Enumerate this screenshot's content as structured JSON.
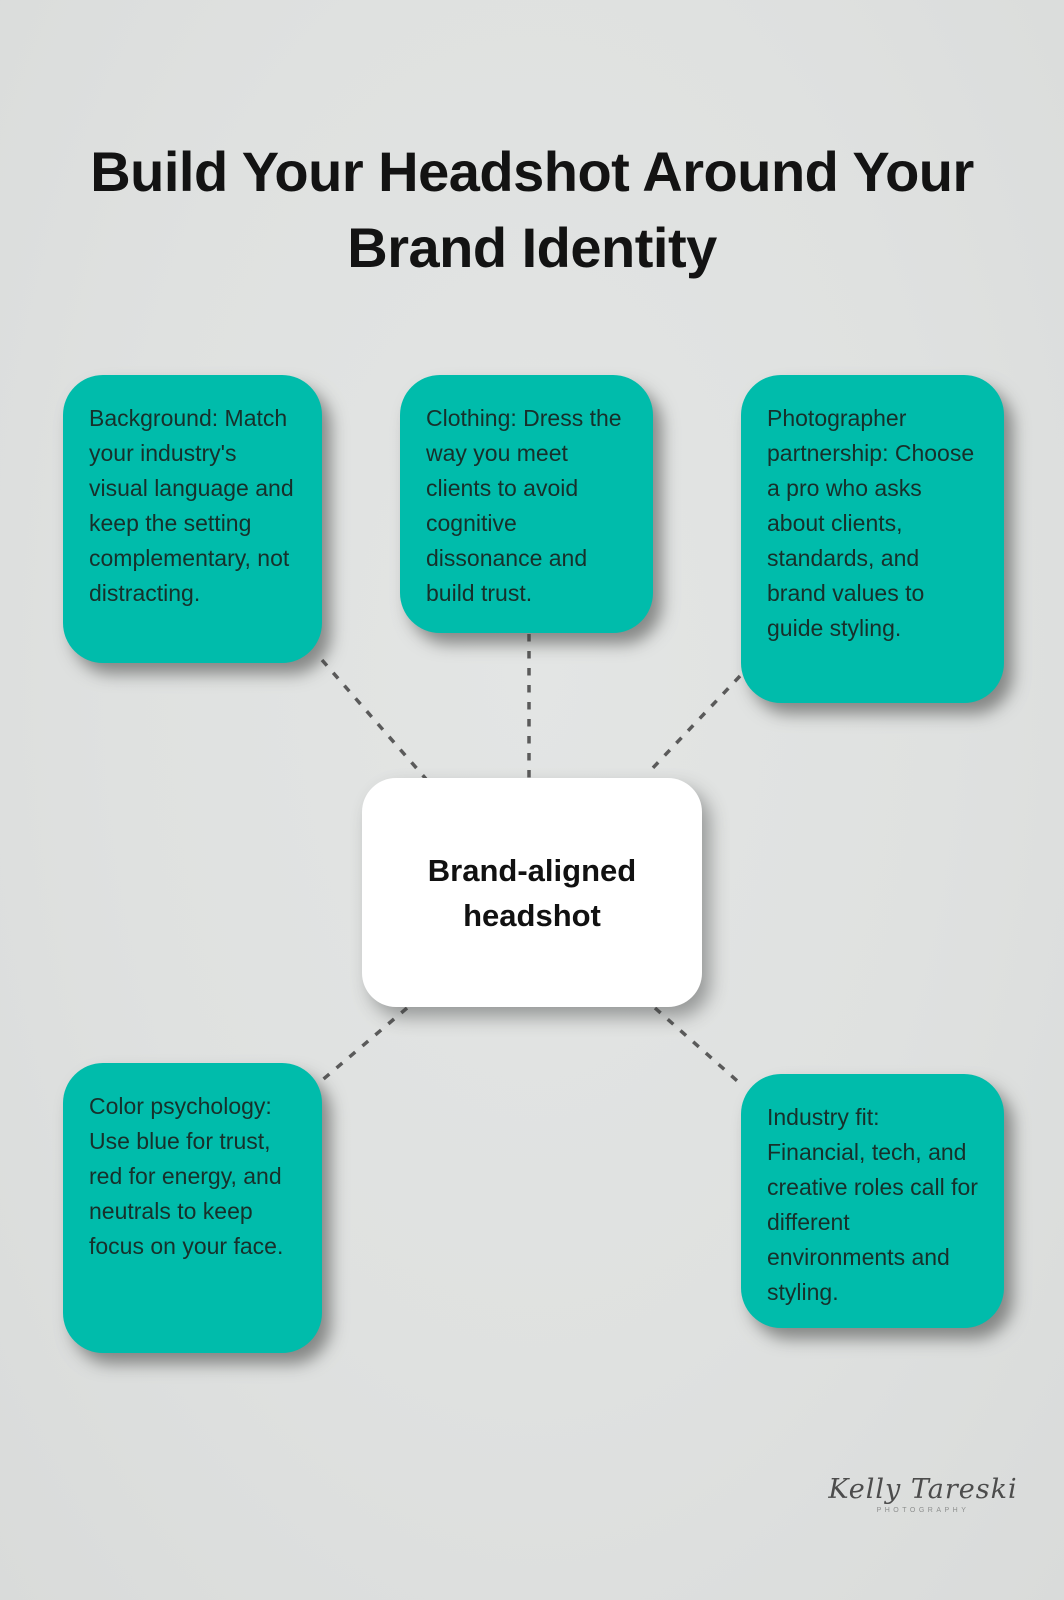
{
  "title": "Build Your Headshot Around Your Brand Identity",
  "center": {
    "label": "Brand-aligned headshot"
  },
  "nodes": [
    {
      "id": "background",
      "text": "Background: Match your industry's visual language and keep the setting complementary, not distracting."
    },
    {
      "id": "clothing",
      "text": "Clothing: Dress the way you meet clients to avoid cognitive dissonance and build trust."
    },
    {
      "id": "photographer-partnership",
      "text": "Photographer partnership: Choose a pro who asks about clients, standards, and brand values to guide styling."
    },
    {
      "id": "color-psychology",
      "text": "Color psychology: Use blue for trust, red for energy, and neutrals to keep focus on your face."
    },
    {
      "id": "industry-fit",
      "text": "Industry fit: Financial, tech, and creative roles call for different environments and styling."
    }
  ],
  "signature": {
    "name": "Kelly Tareski",
    "subtitle": "PHOTOGRAPHY"
  },
  "colors": {
    "background": "#dfe1e0",
    "node_fill": "#00bcab",
    "node_text": "#17302b",
    "center_fill": "#ffffff",
    "center_text": "#111111",
    "title_text": "#131313",
    "connector": "#5a5a5a"
  }
}
